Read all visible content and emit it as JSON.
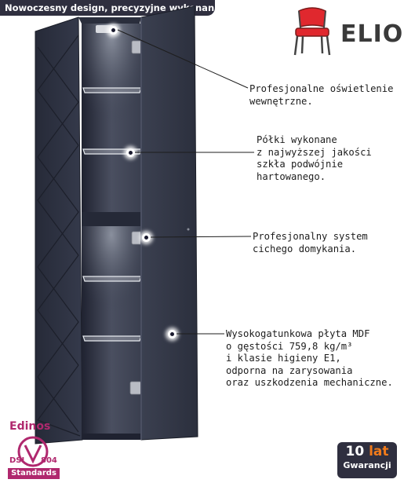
{
  "header": {
    "tagline": "Nowoczesny design, precyzyjne wykonanie!"
  },
  "brand": {
    "name": "ELIOR",
    "icon": "red-chair-icon"
  },
  "annotations": [
    {
      "text": "Profesjonalne oświetlenie\nwewnętrzne."
    },
    {
      "text": "Półki wykonane\nz najwyższej jakości\nszkła podwójnie\nhartowanego."
    },
    {
      "text": "Profesjonalny system\ncichego domykania."
    },
    {
      "text": "Wysokogatunkowa płyta MDF\no gęstości 759,8 kg/m³\ni klasie higieny E1,\nodporna na zarysowania\noraz uszkodzenia mechaniczne."
    }
  ],
  "certification": {
    "name": "Edinos",
    "code_left": "DSI",
    "code_right": "804",
    "label": "Standards"
  },
  "warranty": {
    "years": "10",
    "unit": "lat",
    "label": "Gwarancji"
  },
  "colors": {
    "cabinet": "#2c3140",
    "header": "#2f2f3f",
    "chair": "#e0282e",
    "edinos": "#b0286e",
    "warranty_accent": "#f07a1a"
  }
}
